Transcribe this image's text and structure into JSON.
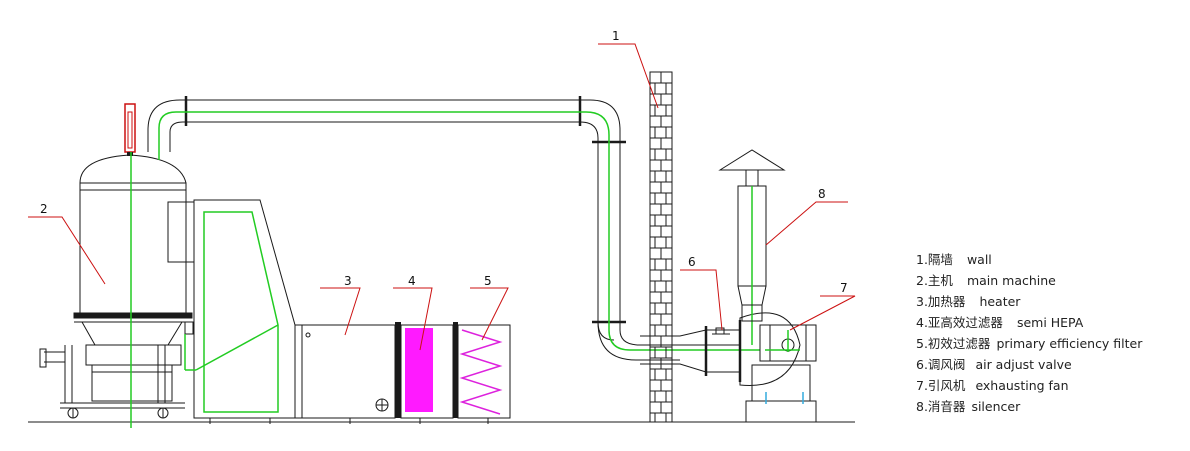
{
  "callouts": {
    "wall": "1",
    "main_machine": "2",
    "heater": "3",
    "semi_hepa": "4",
    "primary_filter": "5",
    "air_valve": "6",
    "exhaust_fan": "7",
    "silencer": "8"
  },
  "legend": [
    {
      "zh": "1.隔墙",
      "en": "wall"
    },
    {
      "zh": "2.主机",
      "en": "main machine"
    },
    {
      "zh": "3.加热器",
      "en": "heater"
    },
    {
      "zh": "4.亚高效过滤器",
      "en": "semi HEPA"
    },
    {
      "zh": "5.初效过滤器",
      "en": "primary efficiency filter"
    },
    {
      "zh": "6.调风阀",
      "en": "air adjust valve"
    },
    {
      "zh": "7.引风机",
      "en": "exhausting fan"
    },
    {
      "zh": "8.消音器",
      "en": "silencer"
    }
  ],
  "colors": {
    "outline": "#1a1a1a",
    "airflow": "#22cc22",
    "leader": "#cc1111",
    "semi_hepa_fill": "#ff1aff",
    "primary_filter_zigzag": "#dd22dd",
    "fan_marks": "#33aadd"
  }
}
